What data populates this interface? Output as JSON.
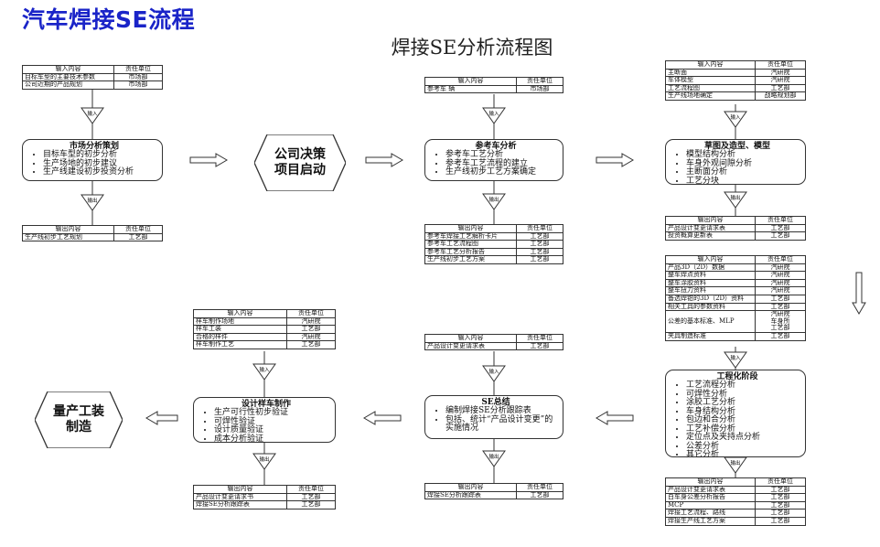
{
  "page_title": "汽车焊接SE流程",
  "diagram_title": "焊接SE分析流程图",
  "col_input": "输入内容",
  "col_output": "输出内容",
  "col_owner": "责任单位",
  "funnel_in": "输入",
  "funnel_out": "输出",
  "decision_a": [
    "公司决策",
    "项目启动"
  ],
  "decision_b": [
    "量产工装",
    "制造"
  ],
  "stages": {
    "market": {
      "title": "市场分析策划",
      "items": [
        "目标车型的初步分析",
        "生产场地的初步建议",
        "生产线建设初步投资分析"
      ],
      "inputs": [
        [
          "目标车型的主要技术参数",
          "市场部"
        ],
        [
          "公司近期的产品规划",
          "市场部"
        ]
      ],
      "outputs": [
        [
          "生产线初步工艺规划",
          "工艺部"
        ]
      ]
    },
    "reference": {
      "title": "参考车分析",
      "items": [
        "参考车工艺分析",
        "参考车工艺流程的建立",
        "生产线初步工艺方案确定"
      ],
      "inputs": [
        [
          "参考车  辆",
          "市场部"
        ]
      ],
      "outputs": [
        [
          "参考车焊接工艺解析卡片",
          "工艺部"
        ],
        [
          "参考车工艺流程图",
          "工艺部"
        ],
        [
          "参考车工艺分析报告",
          "工艺部"
        ],
        [
          "生产线初步工艺方案",
          "工艺部"
        ]
      ]
    },
    "sketch": {
      "title": "草图及造型、模型",
      "items": [
        "模型结构分析",
        "车身外观间隙分析",
        "主断面分析",
        "工艺分块"
      ],
      "inputs": [
        [
          "主断面",
          "汽研院"
        ],
        [
          "车体模型",
          "汽研院"
        ],
        [
          "工艺流程图",
          "工艺部"
        ],
        [
          "生产线场地确定",
          "战略规划部"
        ]
      ],
      "outputs": [
        [
          "产品设计变更请求表",
          "工艺部"
        ],
        [
          "投资概算更新表",
          "工艺部"
        ]
      ]
    },
    "engineering": {
      "title": "工程化阶段",
      "items": [
        "工艺流程分析",
        "可焊性分析",
        "涂胶工艺分析",
        "车身结构分析",
        "包边和合分析",
        "工艺补偿分析",
        "定位点及夹持点分析",
        "公差分析",
        "其它分析"
      ],
      "inputs": [
        [
          "产品3D（2D）数据",
          "汽研院"
        ],
        [
          "整车焊点资料",
          "汽研院"
        ],
        [
          "整车涂胶资料",
          "汽研院"
        ],
        [
          "整车扭力资料",
          "汽研院"
        ],
        [
          "备选焊钳的3D（2D）资料",
          "工艺部"
        ],
        [
          "相关工具的参数资料",
          "工艺部"
        ],
        [
          "公差的基本标准、MLP",
          "汽研院\n车身所\n工艺部"
        ],
        [
          "夹具制造标准",
          "工艺部"
        ]
      ],
      "outputs": [
        [
          "产品设计变更请求表",
          "工艺部"
        ],
        [
          "白车身公差分析报告",
          "工艺部"
        ],
        [
          "MCP",
          "工艺部"
        ],
        [
          "焊接工艺流程、路线",
          "工艺部"
        ],
        [
          "焊接生产线工艺方案",
          "工艺部"
        ]
      ]
    },
    "se_summary": {
      "title": "SE总结",
      "items": [
        "编制焊接SE分析跟踪表",
        "包括、统计“产品设计变更”的实施情况"
      ],
      "inputs": [
        [
          "产品设计变更请求表",
          "工艺部"
        ]
      ],
      "outputs": [
        [
          "焊接SE分析跟踪表",
          "工艺部"
        ]
      ]
    },
    "sample": {
      "title": "设计样车制作",
      "items": [
        "生产可行性初步验证",
        "可焊性验证",
        "设计质量验证",
        "成本分析验证"
      ],
      "inputs": [
        [
          "样车制作场地",
          "汽研院"
        ],
        [
          "样车工装",
          "工艺部"
        ],
        [
          "合格的样件",
          "汽研院"
        ],
        [
          "样车制作工艺",
          "工艺部"
        ]
      ],
      "outputs": [
        [
          "产品设计变更请求书",
          "工艺部"
        ],
        [
          "焊接SE分析跟踪表",
          "工艺部"
        ]
      ]
    }
  }
}
